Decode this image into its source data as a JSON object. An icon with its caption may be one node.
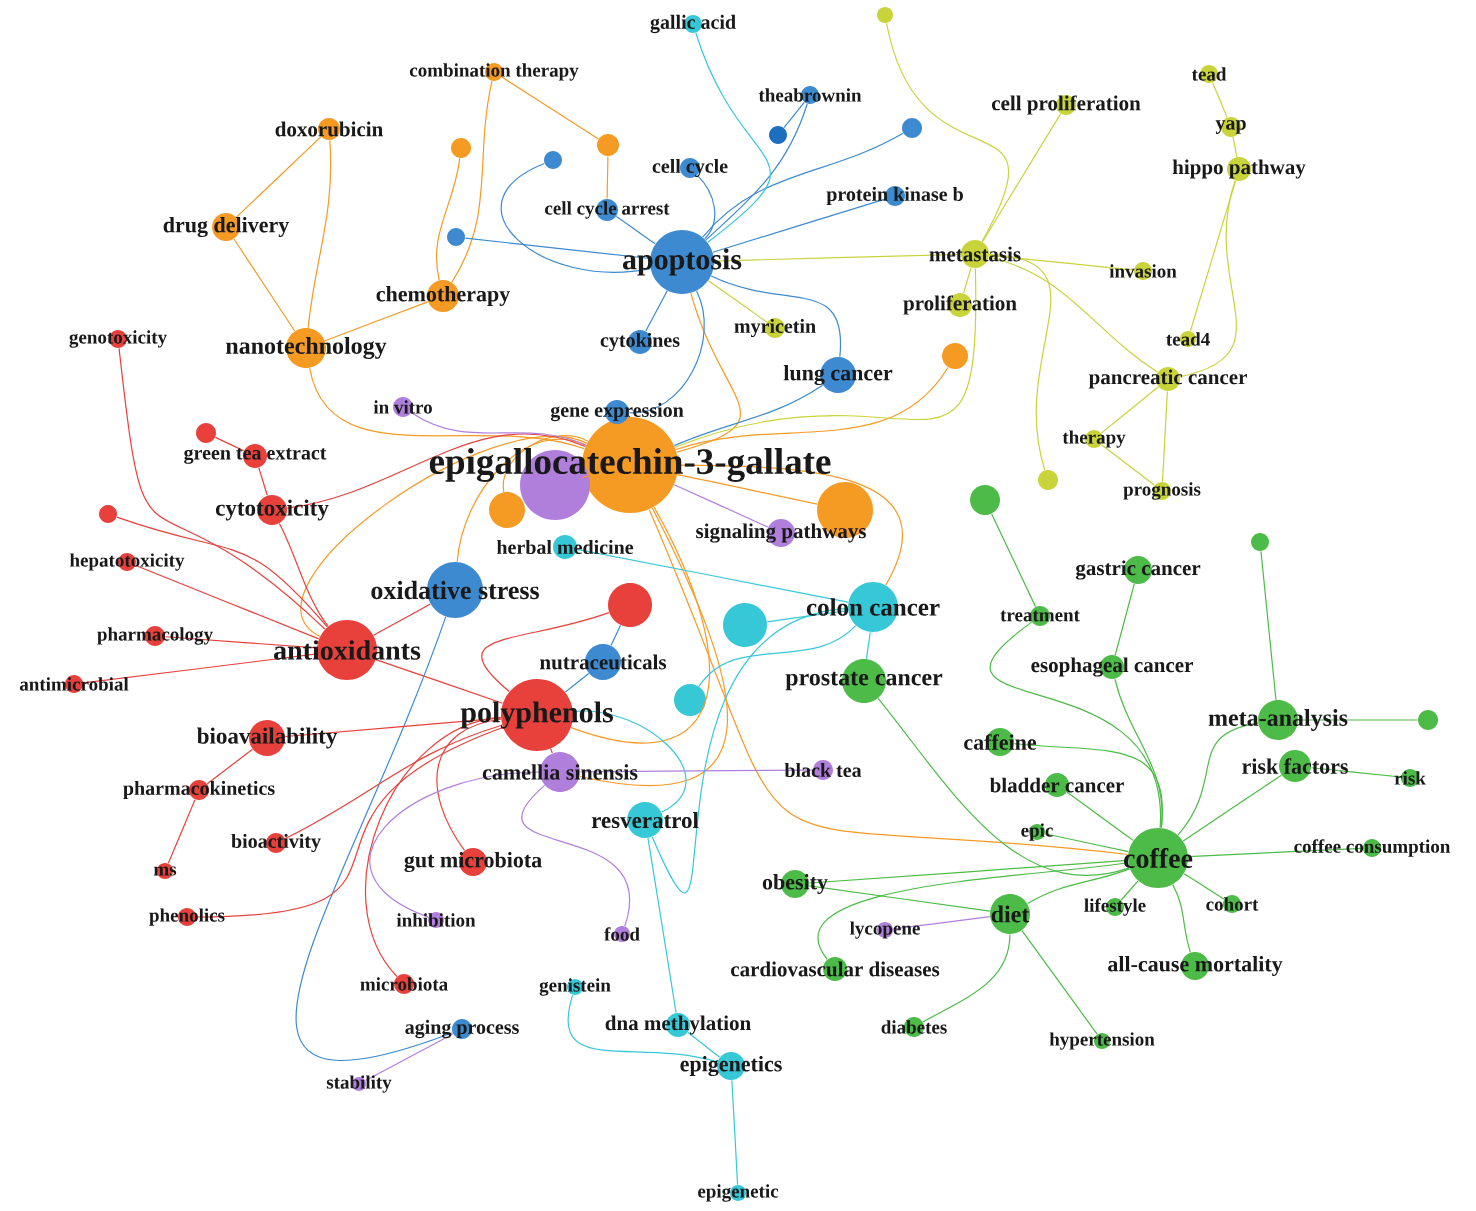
{
  "diagram": {
    "nodes": [
      {
        "text": [
          "epigallocatechin-3-gallate"
        ]
      },
      {
        "text": [
          "apoptosis"
        ]
      },
      {
        "text": [
          "polyphenols"
        ]
      },
      {
        "text": [
          "antioxidants"
        ]
      },
      {
        "text": [
          "oxidative stress"
        ]
      },
      {
        "text": [
          "colon cancer"
        ]
      },
      {
        "text": [
          "prostate cancer"
        ]
      },
      {
        "text": [
          "coffee"
        ]
      },
      {
        "text": [
          "meta-analysis"
        ]
      },
      {
        "text": [
          "diet"
        ]
      },
      {
        "text": [
          "camellia sinensis"
        ]
      },
      {
        "text": [
          "nutraceuticals"
        ]
      },
      {
        "text": [
          "chemotherapy"
        ]
      },
      {
        "text": [
          "nanotechnology"
        ]
      },
      {
        "text": [
          "bioavailability"
        ]
      },
      {
        "text": [
          "cytotoxicity"
        ]
      },
      {
        "text": [
          "lung cancer"
        ]
      },
      {
        "text": [
          "resveratrol"
        ]
      },
      {
        "text": [
          "gut microbiota"
        ]
      },
      {
        "text": [
          "caffeine"
        ]
      },
      {
        "text": [
          "risk factors"
        ]
      },
      {
        "text": [
          "all-cause mortality"
        ]
      },
      {
        "text": [
          "obesity"
        ]
      },
      {
        "text": [
          "epigenetics"
        ]
      },
      {
        "text": [
          "dna methylation"
        ]
      },
      {
        "text": [
          "cardiovascular diseases"
        ]
      },
      {
        "text": [
          "bladder cancer"
        ]
      },
      {
        "text": [
          "esophageal cancer"
        ]
      },
      {
        "text": [
          "gastric cancer"
        ]
      },
      {
        "text": [
          "metastasis"
        ]
      },
      {
        "text": [
          "proliferation"
        ]
      },
      {
        "text": [
          "signaling pathways"
        ]
      },
      {
        "text": [
          "herbal medicine"
        ]
      },
      {
        "text": [
          "gene expression"
        ]
      },
      {
        "text": [
          "cytokines"
        ]
      },
      {
        "text": [
          "myricetin"
        ]
      },
      {
        "text": [
          "in vitro"
        ]
      },
      {
        "text": [
          "green tea extract"
        ]
      },
      {
        "text": [
          "genotoxicity"
        ]
      },
      {
        "text": [
          "hepatotoxicity"
        ]
      },
      {
        "text": [
          "pharmacology"
        ]
      },
      {
        "text": [
          "antimicrobial"
        ]
      },
      {
        "text": [
          "pharmacokinetics"
        ]
      },
      {
        "text": [
          "bioactivity"
        ]
      },
      {
        "text": [
          "ms"
        ]
      },
      {
        "text": [
          "phenolics"
        ]
      },
      {
        "text": [
          "microbiota"
        ]
      },
      {
        "text": [
          "inhibition"
        ]
      },
      {
        "text": [
          "aging process"
        ]
      },
      {
        "text": [
          "stability"
        ]
      },
      {
        "text": [
          "food"
        ]
      },
      {
        "text": [
          "genistein"
        ]
      },
      {
        "text": [
          "black tea"
        ]
      },
      {
        "text": [
          "epic"
        ]
      },
      {
        "text": [
          "lycopene"
        ]
      },
      {
        "text": [
          "lifestyle"
        ]
      },
      {
        "text": [
          "cohort"
        ]
      },
      {
        "text": [
          "diabetes"
        ]
      },
      {
        "text": [
          "hypertension"
        ]
      },
      {
        "text": [
          "coffee consumption"
        ]
      },
      {
        "text": [
          "risk"
        ]
      },
      {
        "text": [
          "treatment"
        ]
      },
      {
        "text": [
          "prognosis"
        ]
      },
      {
        "text": [
          "therapy"
        ]
      },
      {
        "text": [
          "pancreatic cancer"
        ]
      },
      {
        "text": [
          "tead4"
        ]
      },
      {
        "text": [
          "invasion"
        ]
      },
      {
        "text": [
          "hippo pathway"
        ]
      },
      {
        "text": [
          "yap"
        ]
      },
      {
        "text": [
          "tead"
        ]
      },
      {
        "text": [
          "cell proliferation"
        ]
      },
      {
        "text": [
          "protein kinase b"
        ]
      },
      {
        "text": [
          "theabrownin"
        ]
      },
      {
        "text": [
          "gallic acid"
        ]
      },
      {
        "text": [
          "cell cycle"
        ]
      },
      {
        "text": [
          "cell cycle arrest"
        ]
      },
      {
        "text": [
          "combination therapy"
        ]
      },
      {
        "text": [
          "doxorubicin"
        ]
      },
      {
        "text": [
          "drug delivery"
        ]
      },
      {
        "text": [
          "epigenetic"
        ]
      },
      {
        "text": [],
        "shape": "circle"
      },
      {
        "text": [],
        "shape": "circle"
      },
      {
        "text": [],
        "shape": "circle"
      },
      {
        "text": [],
        "shape": "circle"
      },
      {
        "text": [],
        "shape": "circle"
      },
      {
        "text": [],
        "shape": "circle"
      },
      {
        "text": [],
        "shape": "circle"
      },
      {
        "text": [],
        "shape": "circle"
      },
      {
        "text": [],
        "shape": "circle"
      },
      {
        "text": [],
        "shape": "circle"
      },
      {
        "text": [],
        "shape": "circle"
      },
      {
        "text": [],
        "shape": "circle"
      },
      {
        "text": [],
        "shape": "circle"
      },
      {
        "text": [],
        "shape": "circle"
      },
      {
        "text": [],
        "shape": "circle"
      },
      {
        "text": [],
        "shape": "circle"
      },
      {
        "text": [],
        "shape": "circle"
      },
      {
        "text": [],
        "shape": "circle"
      },
      {
        "text": [],
        "shape": "circle"
      },
      {
        "text": [],
        "shape": "circle"
      }
    ],
    "edges": [
      {
        "from": 0,
        "to": 1,
        "arrow": "none",
        "color": "#f59a23"
      },
      {
        "from": 0,
        "to": 2,
        "arrow": "none",
        "color": "#f59a23"
      },
      {
        "from": 0,
        "to": 3,
        "arrow": "none",
        "color": "#f59a23"
      },
      {
        "from": 0,
        "to": 4,
        "arrow": "none",
        "color": "#f59a23"
      },
      {
        "from": 0,
        "to": 5,
        "arrow": "none",
        "color": "#f59a23"
      },
      {
        "from": 0,
        "to": 7,
        "arrow": "none",
        "color": "#f59a23"
      },
      {
        "from": 0,
        "to": 10,
        "arrow": "none",
        "color": "#f59a23"
      },
      {
        "from": 1,
        "to": 16,
        "arrow": "none",
        "color": "#3d8ad1"
      },
      {
        "from": 2,
        "to": 3,
        "arrow": "none",
        "color": "#e8413c"
      },
      {
        "from": 2,
        "to": 10,
        "arrow": "none",
        "color": "#e8413c"
      },
      {
        "from": 3,
        "to": 4,
        "arrow": "none",
        "color": "#e8413c"
      },
      {
        "from": 5,
        "to": 6,
        "arrow": "none",
        "color": "#37c8d8"
      },
      {
        "from": 6,
        "to": 7,
        "arrow": "none",
        "color": "#4cbb47"
      },
      {
        "from": 7,
        "to": 8,
        "arrow": "none",
        "color": "#4cbb47"
      },
      {
        "from": 7,
        "to": 9,
        "arrow": "none",
        "color": "#4cbb47"
      },
      {
        "from": 29,
        "to": 1,
        "arrow": "none",
        "color": "#c9d33a"
      },
      {
        "from": 0,
        "to": 98,
        "arrow": "none",
        "color": "#f59a23"
      },
      {
        "from": 12,
        "to": 13,
        "arrow": "none",
        "color": "#f59a23"
      },
      {
        "from": 13,
        "to": 0,
        "arrow": "none",
        "color": "#f59a23"
      },
      {
        "from": 76,
        "to": 12,
        "arrow": "none",
        "color": "#f59a23"
      },
      {
        "from": 77,
        "to": 13,
        "arrow": "none",
        "color": "#f59a23"
      },
      {
        "from": 78,
        "to": 13,
        "arrow": "none",
        "color": "#f59a23"
      },
      {
        "from": 84,
        "to": 12,
        "arrow": "none",
        "color": "#f59a23"
      },
      {
        "from": 85,
        "to": 75,
        "arrow": "none",
        "color": "#f59a23"
      },
      {
        "from": 93,
        "to": 0,
        "arrow": "none",
        "color": "#f59a23"
      },
      {
        "from": 94,
        "to": 0,
        "arrow": "none",
        "color": "#f59a23"
      },
      {
        "from": 95,
        "to": 0,
        "arrow": "none",
        "color": "#f59a23"
      },
      {
        "from": 78,
        "to": 77,
        "arrow": "none",
        "color": "#f59a23"
      },
      {
        "from": 76,
        "to": 85,
        "arrow": "none",
        "color": "#f59a23"
      },
      {
        "from": 11,
        "to": 96,
        "arrow": "none",
        "color": "#3d8ad1"
      },
      {
        "from": 16,
        "to": 0,
        "arrow": "none",
        "color": "#3d8ad1"
      },
      {
        "from": 33,
        "to": 1,
        "arrow": "none",
        "color": "#3d8ad1"
      },
      {
        "from": 34,
        "to": 1,
        "arrow": "none",
        "color": "#3d8ad1"
      },
      {
        "from": 48,
        "to": 4,
        "arrow": "none",
        "color": "#3d8ad1"
      },
      {
        "from": 71,
        "to": 1,
        "arrow": "none",
        "color": "#3d8ad1"
      },
      {
        "from": 72,
        "to": 1,
        "arrow": "none",
        "color": "#3d8ad1"
      },
      {
        "from": 74,
        "to": 1,
        "arrow": "none",
        "color": "#3d8ad1"
      },
      {
        "from": 75,
        "to": 1,
        "arrow": "none",
        "color": "#3d8ad1"
      },
      {
        "from": 81,
        "to": 72,
        "arrow": "none",
        "color": "#3d8ad1"
      },
      {
        "from": 82,
        "to": 1,
        "arrow": "none",
        "color": "#3d8ad1"
      },
      {
        "from": 83,
        "to": 1,
        "arrow": "none",
        "color": "#3d8ad1"
      },
      {
        "from": 86,
        "to": 1,
        "arrow": "none",
        "color": "#3d8ad1"
      },
      {
        "from": 11,
        "to": 2,
        "arrow": "none",
        "color": "#3d8ad1"
      },
      {
        "from": 14,
        "to": 2,
        "arrow": "none",
        "color": "#e8413c"
      },
      {
        "from": 15,
        "to": 3,
        "arrow": "none",
        "color": "#e8413c"
      },
      {
        "from": 18,
        "to": 2,
        "arrow": "none",
        "color": "#e8413c"
      },
      {
        "from": 37,
        "to": 15,
        "arrow": "none",
        "color": "#e8413c"
      },
      {
        "from": 38,
        "to": 3,
        "arrow": "none",
        "color": "#e8413c"
      },
      {
        "from": 39,
        "to": 3,
        "arrow": "none",
        "color": "#e8413c"
      },
      {
        "from": 40,
        "to": 3,
        "arrow": "none",
        "color": "#e8413c"
      },
      {
        "from": 41,
        "to": 3,
        "arrow": "none",
        "color": "#e8413c"
      },
      {
        "from": 42,
        "to": 14,
        "arrow": "none",
        "color": "#e8413c"
      },
      {
        "from": 43,
        "to": 2,
        "arrow": "none",
        "color": "#e8413c"
      },
      {
        "from": 44,
        "to": 42,
        "arrow": "none",
        "color": "#e8413c"
      },
      {
        "from": 45,
        "to": 2,
        "arrow": "none",
        "color": "#e8413c"
      },
      {
        "from": 46,
        "to": 2,
        "arrow": "none",
        "color": "#e8413c"
      },
      {
        "from": 87,
        "to": 3,
        "arrow": "none",
        "color": "#e8413c"
      },
      {
        "from": 88,
        "to": 37,
        "arrow": "none",
        "color": "#e8413c"
      },
      {
        "from": 96,
        "to": 2,
        "arrow": "none",
        "color": "#e8413c"
      },
      {
        "from": 15,
        "to": 0,
        "arrow": "none",
        "color": "#e8413c"
      },
      {
        "from": 17,
        "to": 5,
        "arrow": "none",
        "color": "#37c8d8"
      },
      {
        "from": 23,
        "to": 24,
        "arrow": "none",
        "color": "#37c8d8"
      },
      {
        "from": 24,
        "to": 17,
        "arrow": "none",
        "color": "#37c8d8"
      },
      {
        "from": 32,
        "to": 5,
        "arrow": "none",
        "color": "#37c8d8"
      },
      {
        "from": 51,
        "to": 23,
        "arrow": "none",
        "color": "#37c8d8"
      },
      {
        "from": 73,
        "to": 1,
        "arrow": "none",
        "color": "#37c8d8"
      },
      {
        "from": 79,
        "to": 23,
        "arrow": "none",
        "color": "#37c8d8"
      },
      {
        "from": 97,
        "to": 5,
        "arrow": "none",
        "color": "#37c8d8"
      },
      {
        "from": 99,
        "to": 5,
        "arrow": "none",
        "color": "#37c8d8"
      },
      {
        "from": 17,
        "to": 2,
        "arrow": "none",
        "color": "#37c8d8"
      },
      {
        "from": 19,
        "to": 7,
        "arrow": "none",
        "color": "#4cbb47"
      },
      {
        "from": 20,
        "to": 7,
        "arrow": "none",
        "color": "#4cbb47"
      },
      {
        "from": 21,
        "to": 7,
        "arrow": "none",
        "color": "#4cbb47"
      },
      {
        "from": 22,
        "to": 7,
        "arrow": "none",
        "color": "#4cbb47"
      },
      {
        "from": 25,
        "to": 7,
        "arrow": "none",
        "color": "#4cbb47"
      },
      {
        "from": 26,
        "to": 7,
        "arrow": "none",
        "color": "#4cbb47"
      },
      {
        "from": 27,
        "to": 7,
        "arrow": "none",
        "color": "#4cbb47"
      },
      {
        "from": 28,
        "to": 27,
        "arrow": "none",
        "color": "#4cbb47"
      },
      {
        "from": 53,
        "to": 7,
        "arrow": "none",
        "color": "#4cbb47"
      },
      {
        "from": 55,
        "to": 7,
        "arrow": "none",
        "color": "#4cbb47"
      },
      {
        "from": 56,
        "to": 7,
        "arrow": "none",
        "color": "#4cbb47"
      },
      {
        "from": 57,
        "to": 9,
        "arrow": "none",
        "color": "#4cbb47"
      },
      {
        "from": 58,
        "to": 9,
        "arrow": "none",
        "color": "#4cbb47"
      },
      {
        "from": 59,
        "to": 7,
        "arrow": "none",
        "color": "#4cbb47"
      },
      {
        "from": 60,
        "to": 20,
        "arrow": "none",
        "color": "#4cbb47"
      },
      {
        "from": 61,
        "to": 7,
        "arrow": "none",
        "color": "#4cbb47"
      },
      {
        "from": 89,
        "to": 8,
        "arrow": "none",
        "color": "#4cbb47"
      },
      {
        "from": 90,
        "to": 8,
        "arrow": "none",
        "color": "#4cbb47"
      },
      {
        "from": 91,
        "to": 61,
        "arrow": "none",
        "color": "#4cbb47"
      },
      {
        "from": 9,
        "to": 22,
        "arrow": "none",
        "color": "#4cbb47"
      },
      {
        "from": 31,
        "to": 0,
        "arrow": "none",
        "color": "#b07fdc"
      },
      {
        "from": 36,
        "to": 0,
        "arrow": "none",
        "color": "#b07fdc"
      },
      {
        "from": 47,
        "to": 10,
        "arrow": "none",
        "color": "#b07fdc"
      },
      {
        "from": 49,
        "to": 48,
        "arrow": "none",
        "color": "#b07fdc"
      },
      {
        "from": 50,
        "to": 10,
        "arrow": "none",
        "color": "#b07fdc"
      },
      {
        "from": 52,
        "to": 10,
        "arrow": "none",
        "color": "#b07fdc"
      },
      {
        "from": 54,
        "to": 9,
        "arrow": "none",
        "color": "#b07fdc"
      },
      {
        "from": 29,
        "to": 0,
        "arrow": "none",
        "color": "#c9d33a"
      },
      {
        "from": 30,
        "to": 29,
        "arrow": "none",
        "color": "#c9d33a"
      },
      {
        "from": 35,
        "to": 1,
        "arrow": "none",
        "color": "#c9d33a"
      },
      {
        "from": 62,
        "to": 63,
        "arrow": "none",
        "color": "#c9d33a"
      },
      {
        "from": 63,
        "to": 64,
        "arrow": "none",
        "color": "#c9d33a"
      },
      {
        "from": 64,
        "to": 29,
        "arrow": "none",
        "color": "#c9d33a"
      },
      {
        "from": 65,
        "to": 67,
        "arrow": "none",
        "color": "#c9d33a"
      },
      {
        "from": 66,
        "to": 29,
        "arrow": "none",
        "color": "#c9d33a"
      },
      {
        "from": 67,
        "to": 68,
        "arrow": "none",
        "color": "#c9d33a"
      },
      {
        "from": 68,
        "to": 69,
        "arrow": "none",
        "color": "#c9d33a"
      },
      {
        "from": 67,
        "to": 64,
        "arrow": "none",
        "color": "#c9d33a"
      },
      {
        "from": 70,
        "to": 29,
        "arrow": "none",
        "color": "#c9d33a"
      },
      {
        "from": 80,
        "to": 29,
        "arrow": "none",
        "color": "#c9d33a"
      },
      {
        "from": 92,
        "to": 29,
        "arrow": "none",
        "color": "#c9d33a"
      },
      {
        "from": 64,
        "to": 62,
        "arrow": "none",
        "color": "#c9d33a"
      }
    ]
  }
}
